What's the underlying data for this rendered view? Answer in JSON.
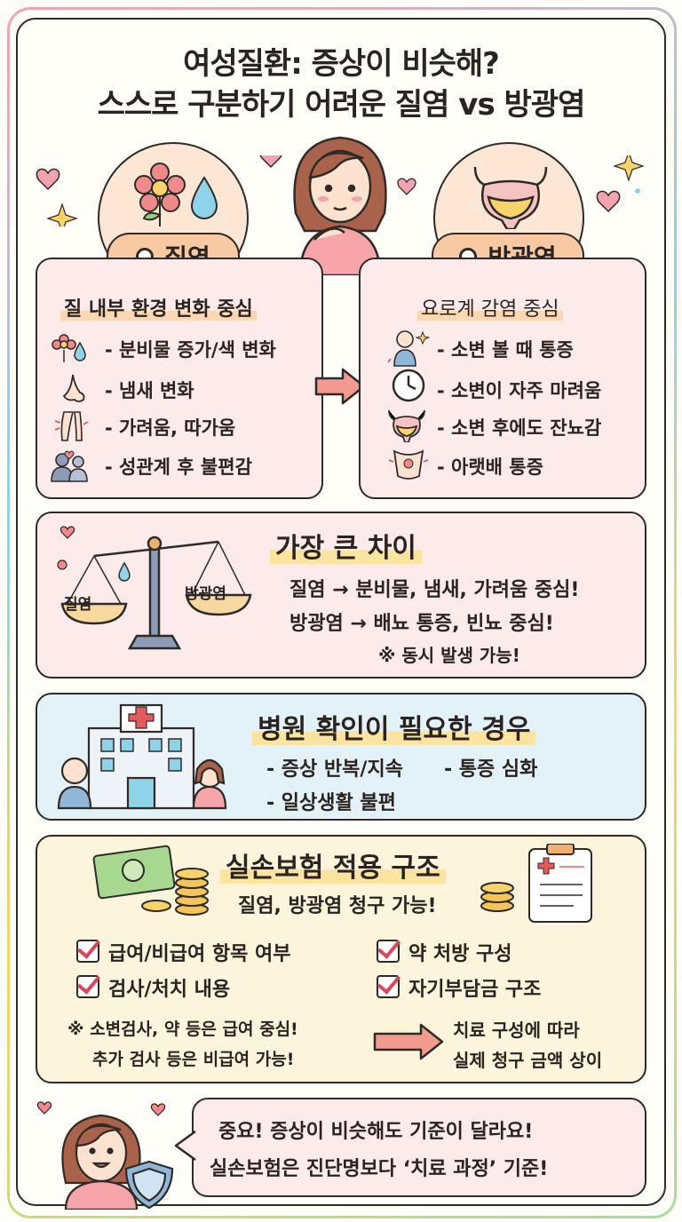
{
  "title": {
    "line1": "여성질환: 증상이 비슷해?",
    "line2": "스스로 구분하기 어려운 질염 vs 방광염"
  },
  "vaginitis": {
    "label": "질염",
    "subtitle": "질 내부 환경 변화 중심",
    "items": [
      {
        "icon": "flower-drop-icon",
        "text": "- 분비물 증가/색 변화"
      },
      {
        "icon": "nose-icon",
        "text": "- 냄새 변화"
      },
      {
        "icon": "itchy-legs-icon",
        "text": "- 가려움, 따가움"
      },
      {
        "icon": "couple-icon",
        "text": "- 성관계 후 불편감"
      }
    ]
  },
  "cystitis": {
    "label": "방광염",
    "subtitle": "요로계 감염 중심",
    "items": [
      {
        "icon": "pain-person-icon",
        "text": "- 소변 볼 때 통증"
      },
      {
        "icon": "clock-icon",
        "text": "- 소변이 자주 마려움"
      },
      {
        "icon": "bladder-icon",
        "text": "- 소변 후에도 잔뇨감"
      },
      {
        "icon": "abdomen-icon",
        "text": "- 아랫배 통증"
      }
    ]
  },
  "difference": {
    "title": "가장 큰 차이",
    "scale_left": "질염",
    "scale_right": "방광염",
    "lines": [
      "질염 → 분비물, 냄새, 가려움 중심!",
      "방광염 → 배뇨 통증, 빈뇨 중심!",
      "※ 동시 발생 가능!"
    ]
  },
  "hospital": {
    "title": "병원 확인이 필요한 경우",
    "items": [
      "- 증상 반복/지속",
      "- 통증 심화",
      "- 일상생활 불편"
    ]
  },
  "insurance": {
    "title": "실손보험 적용 구조",
    "subtitle": "질염, 방광염 청구 가능!",
    "checks": [
      "급여/비급여 항목 여부",
      "약 처방 구성",
      "검사/처치 내용",
      "자기부담금 구조"
    ],
    "note1": "※ 소변검사, 약 등은 급여 중심!",
    "note2": "추가 검사 등은 비급여 가능!",
    "result1": "치료 구성에 따라",
    "result2": "실제 청구 금액 상이"
  },
  "footer": {
    "line1": "중요! 증상이 비슷해도 기준이 달라요!",
    "line2": "실손보험은 진단명보다 ‘치료 과정’ 기준!"
  },
  "colors": {
    "pink_panel": "#fdeaea",
    "peach_pill": "#f9c9a3",
    "blue_panel": "#e3f1f8",
    "yellow_panel": "#fdf4dc",
    "accent_red": "#d9465a",
    "arrow_pink": "#f29a8e"
  }
}
